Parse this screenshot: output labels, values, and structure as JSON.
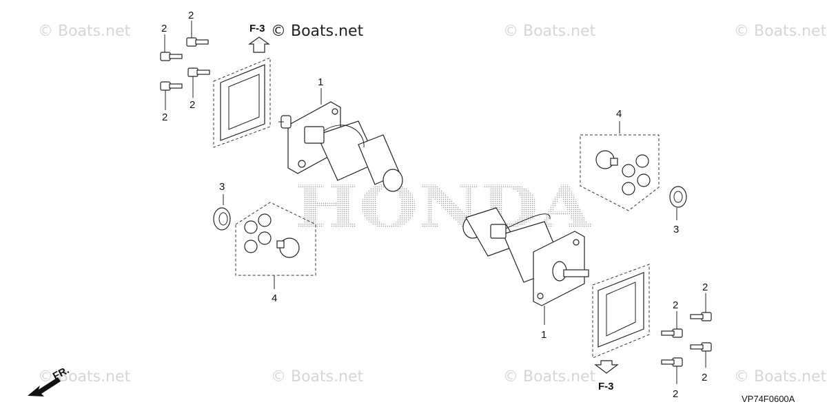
{
  "watermark": {
    "text": "© Boats.net",
    "logo_text": "HONDA"
  },
  "callouts": {
    "motor_upper": "1",
    "motor_lower": "1",
    "bolt_a": "2",
    "bolt_b": "2",
    "bolt_c": "2",
    "bolt_d": "2",
    "bolt_e": "2",
    "bolt_f": "2",
    "bolt_g": "2",
    "bolt_h": "2",
    "seal_left": "3",
    "seal_right": "3",
    "gears_left": "4",
    "gears_right": "4"
  },
  "refs": {
    "ref_top": "F-3",
    "ref_bottom": "F-3"
  },
  "direction": "FR.",
  "diagram_code": "VP74F0600A"
}
